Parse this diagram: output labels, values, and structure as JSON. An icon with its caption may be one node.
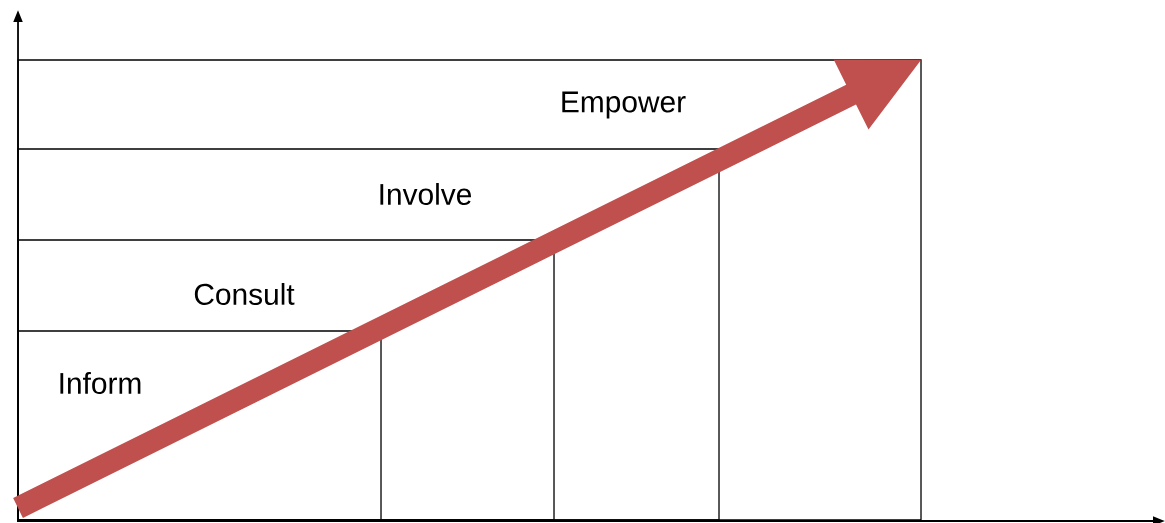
{
  "diagram": {
    "nodes": [
      {
        "text": [
          "Empower"
        ]
      },
      {
        "text": [
          "Involve"
        ],
        "in": 0
      },
      {
        "text": [
          "Consult"
        ],
        "in": 1
      },
      {
        "text": [
          "Inform"
        ],
        "in": 2
      }
    ]
  }
}
